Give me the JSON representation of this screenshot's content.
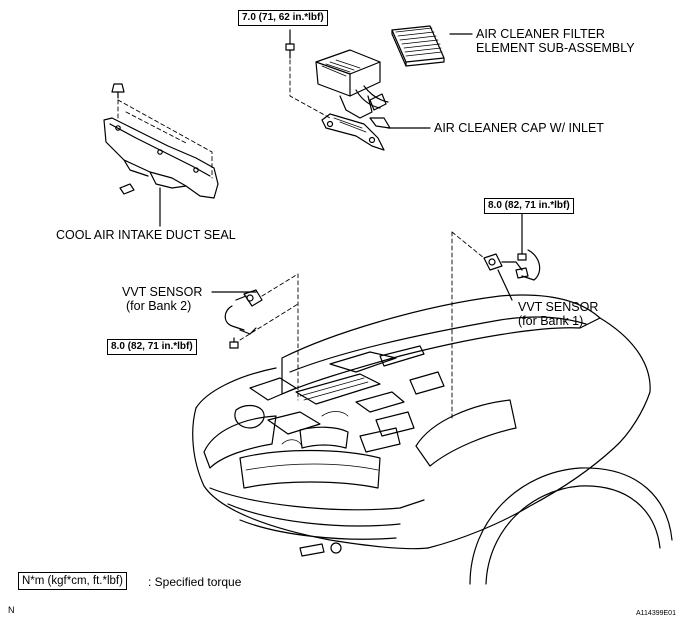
{
  "labels": {
    "air_filter_line1": "AIR CLEANER FILTER",
    "air_filter_line2": "ELEMENT SUB-ASSEMBLY",
    "air_cap": "AIR CLEANER CAP W/ INLET",
    "duct_seal": "COOL AIR INTAKE DUCT SEAL",
    "vvt_bank2_line1": "VVT SENSOR",
    "vvt_bank2_line2": "(for Bank 2)",
    "vvt_bank1_line1": "VVT SENSOR",
    "vvt_bank1_line2": "(for Bank 1)"
  },
  "torques": {
    "cap": "7.0 (71, 62 in.*lbf)",
    "bank1": "8.0 (82, 71 in.*lbf)",
    "bank2": "8.0 (82, 71 in.*lbf)"
  },
  "legend": {
    "box": "N*m (kgf*cm, ft.*lbf)",
    "text": ": Specified torque"
  },
  "footer": {
    "left": "N",
    "right": "A114399E01"
  }
}
